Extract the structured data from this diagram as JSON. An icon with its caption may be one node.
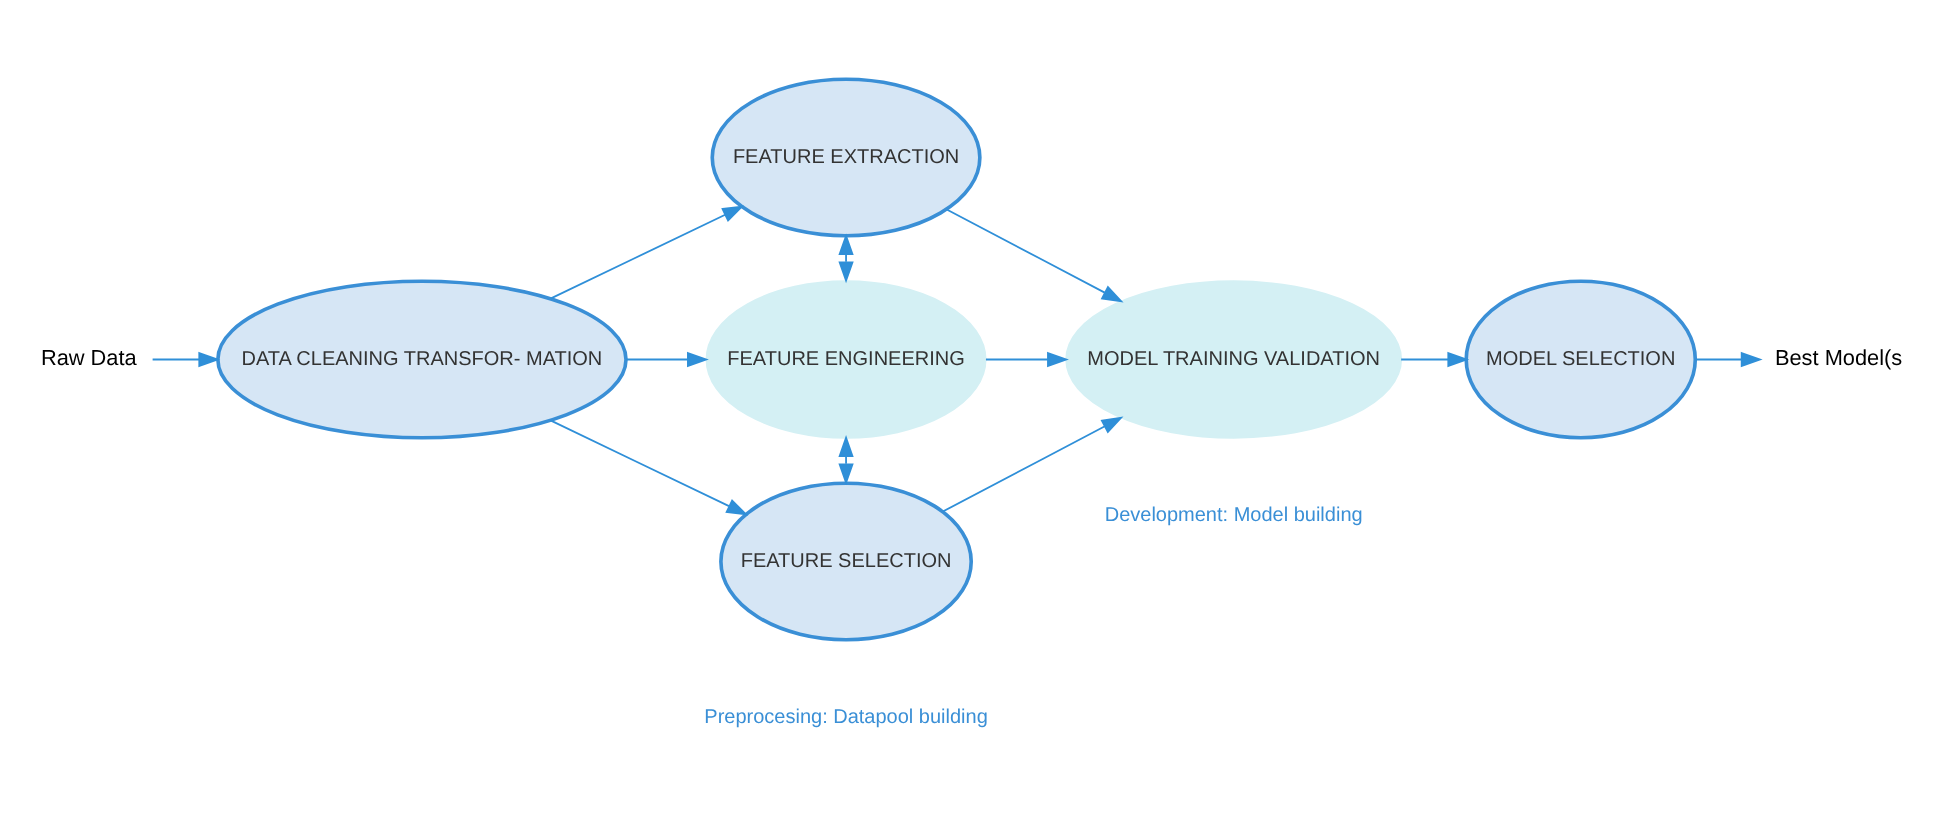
{
  "diagram": {
    "nodes": [
      {
        "text": [
          "Raw Data"
        ]
      },
      {
        "text": [
          "DATA CLEANING TRANSFOR- MATION"
        ]
      },
      {
        "text": [
          "FEATURE EXTRACTION"
        ]
      },
      {
        "text": [
          "FEATURE ENGINEERING"
        ]
      },
      {
        "text": [
          "FEATURE SELECTION"
        ]
      },
      {
        "text": [
          "MODEL TRAINING VALIDATION"
        ]
      },
      {
        "text": [
          "MODEL SELECTION"
        ]
      },
      {
        "text": [
          "Best Model(s"
        ]
      }
    ],
    "edges": [
      {
        "from": 0,
        "to": 1,
        "arrow": "to"
      },
      {
        "from": 1,
        "to": 2,
        "arrow": "to"
      },
      {
        "from": 1,
        "to": 3,
        "arrow": "to"
      },
      {
        "from": 1,
        "to": 4,
        "arrow": "to"
      },
      {
        "from": 2,
        "to": 3,
        "arrow": "both"
      },
      {
        "from": 3,
        "to": 4,
        "arrow": "both"
      },
      {
        "from": 2,
        "to": 5,
        "arrow": "to"
      },
      {
        "from": 3,
        "to": 5,
        "arrow": "to"
      },
      {
        "from": 4,
        "to": 5,
        "arrow": "to"
      },
      {
        "from": 5,
        "to": 6,
        "arrow": "to"
      },
      {
        "from": 6,
        "to": 7,
        "arrow": "to"
      }
    ],
    "labels": [
      "Preprocesing: Datapool building",
      "Development: Model building"
    ]
  }
}
